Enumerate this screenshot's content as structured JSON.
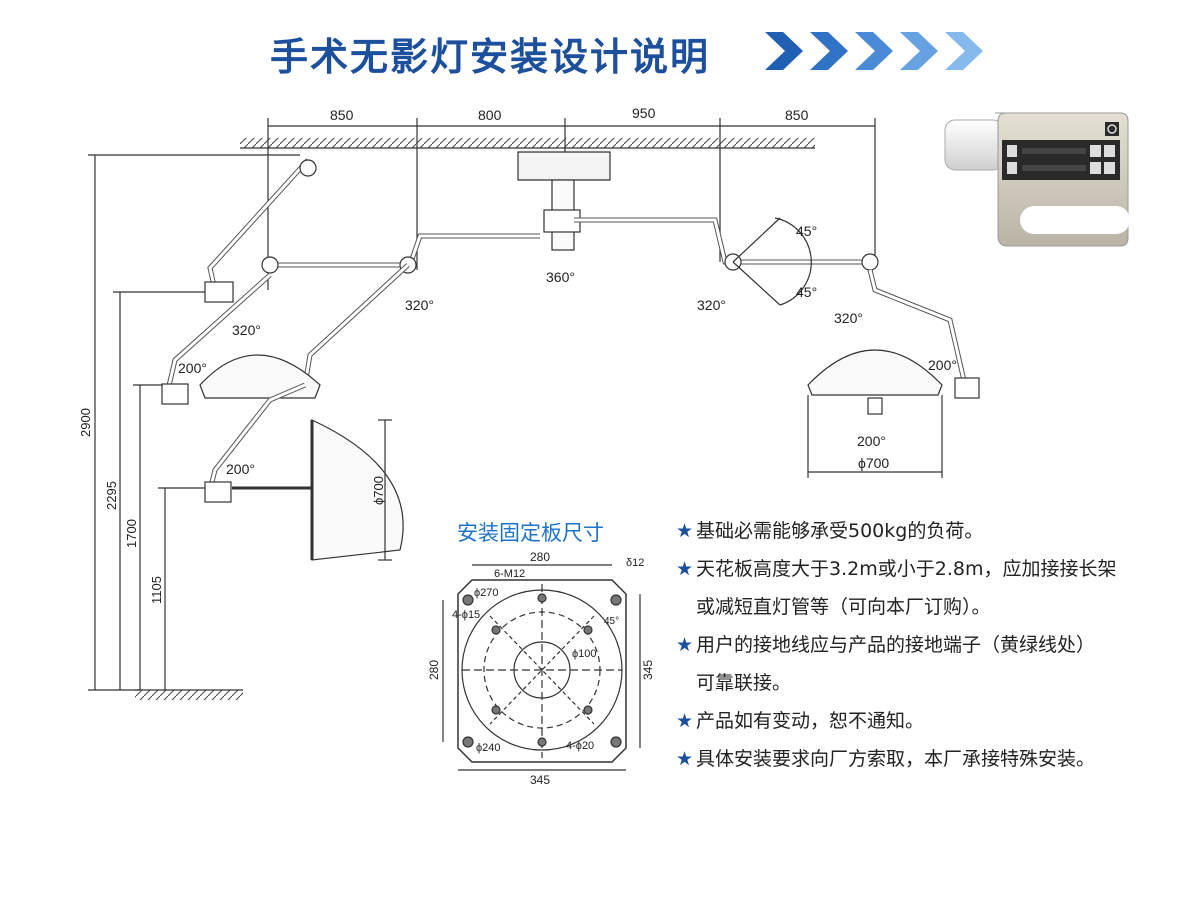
{
  "title": "手术无影灯安装设计说明",
  "plate_title": "安装固定板尺寸",
  "top_dims": [
    "850",
    "800",
    "950",
    "850"
  ],
  "rotation_labels": [
    "320°",
    "320°",
    "360°",
    "320°",
    "320°",
    "200°",
    "200°",
    "200°",
    "200°",
    "45°",
    "45°"
  ],
  "height_dims": [
    "2900",
    "2295",
    "1700",
    "1105"
  ],
  "lamp_diameter": "ϕ700",
  "lamp_diameter_right": "ϕ700",
  "plate_dims": {
    "top": "280",
    "left": "280",
    "right": "345",
    "bottom": "345",
    "bolts": "6-M12",
    "thickness": "δ12",
    "d270": "ϕ270",
    "holes15": "4-ϕ15",
    "d100": "ϕ100",
    "d240": "ϕ240",
    "holes20": "4-ϕ20",
    "angle": "45°"
  },
  "notes": [
    {
      "line1": "基础必需能够承受500kg的负荷。"
    },
    {
      "line1": "天花板高度大于3.2m或小于2.8m，应加接接长架",
      "line2": "或减短直灯管等（可向本厂订购）。"
    },
    {
      "line1": "用户的接地线应与产品的接地端子（黄绿线处）",
      "line2": "可靠联接。"
    },
    {
      "line1": "产品如有变动，恕不通知。"
    },
    {
      "line1": "具体安装要求向厂方索取，本厂承接特殊安装。"
    }
  ],
  "colors": {
    "title": "#1c4f9c",
    "subtitle": "#1e73c8",
    "chevron_dark": "#1f5fb4",
    "chevron_light": "#7fb6ea"
  }
}
